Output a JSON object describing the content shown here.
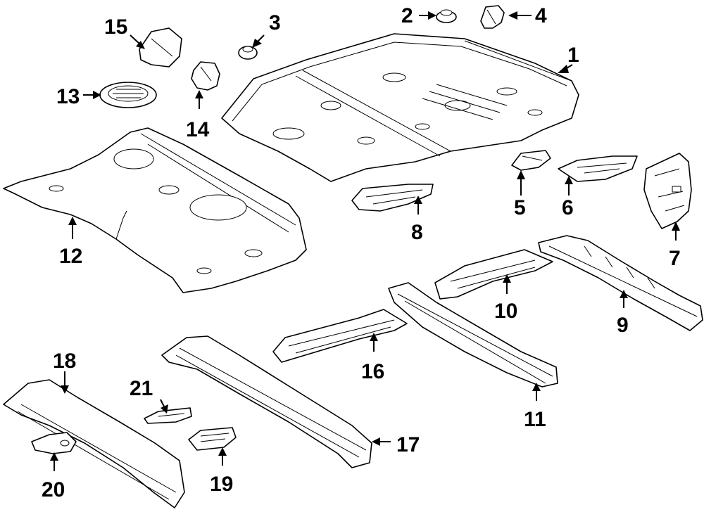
{
  "callouts": [
    {
      "id": "1",
      "label": "1"
    },
    {
      "id": "2",
      "label": "2"
    },
    {
      "id": "3",
      "label": "3"
    },
    {
      "id": "4",
      "label": "4"
    },
    {
      "id": "5",
      "label": "5"
    },
    {
      "id": "6",
      "label": "6"
    },
    {
      "id": "7",
      "label": "7"
    },
    {
      "id": "8",
      "label": "8"
    },
    {
      "id": "9",
      "label": "9"
    },
    {
      "id": "10",
      "label": "10"
    },
    {
      "id": "11",
      "label": "11"
    },
    {
      "id": "12",
      "label": "12"
    },
    {
      "id": "13",
      "label": "13"
    },
    {
      "id": "14",
      "label": "14"
    },
    {
      "id": "15",
      "label": "15"
    },
    {
      "id": "16",
      "label": "16"
    },
    {
      "id": "17",
      "label": "17"
    },
    {
      "id": "18",
      "label": "18"
    },
    {
      "id": "19",
      "label": "19"
    },
    {
      "id": "20",
      "label": "20"
    },
    {
      "id": "21",
      "label": "21"
    }
  ],
  "colors": {
    "line": "#000000",
    "background": "#ffffff"
  }
}
